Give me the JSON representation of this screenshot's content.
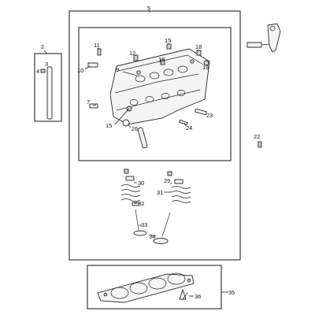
{
  "callouts": {
    "c2": "2",
    "c3": "3",
    "c4": "4",
    "c5": "5",
    "c7": "7",
    "c9": "9",
    "c10": "10",
    "c11": "11",
    "c12": "12",
    "c15a": "15",
    "c15b": "15",
    "c16": "16",
    "c18": "18",
    "c19": "19",
    "c22": "22",
    "c23": "23",
    "c24": "24",
    "c26": "26",
    "c29": "29",
    "c30": "30",
    "c31": "31",
    "c32": "32",
    "c33": "33",
    "c34": "34",
    "c35": "35",
    "c36": "36"
  },
  "icons": {
    "head": "cylinder-head-icon",
    "gasket": "head-gasket-icon",
    "valve": "valve-icon",
    "spring": "valve-spring-icon",
    "lift": "lifting-eye-icon"
  }
}
